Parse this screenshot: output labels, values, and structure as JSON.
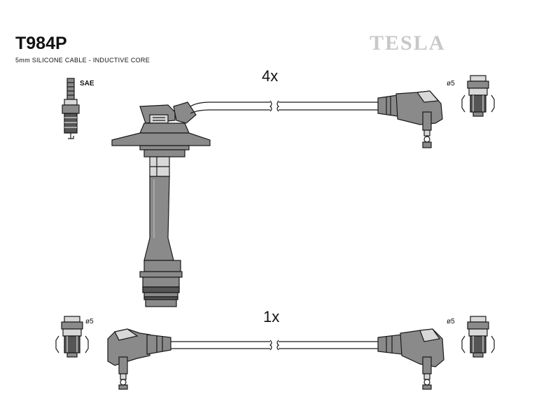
{
  "header": {
    "part_number": "T984P",
    "brand": "TESLA",
    "description": "5mm SILICONE CABLE - INDUCTIVE CORE"
  },
  "labels": {
    "spark_plug": "SAE",
    "qty_top": "4x",
    "qty_bottom": "1x",
    "dia_top_right": "ø5",
    "dia_bottom_left": "ø5",
    "dia_bottom_right": "ø5"
  }
}
